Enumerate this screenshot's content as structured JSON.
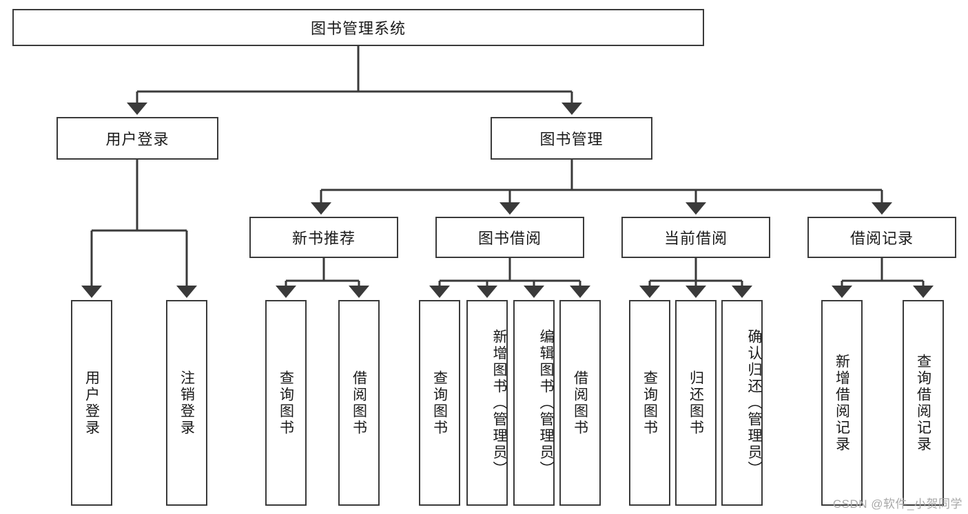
{
  "diagram": {
    "title": "图书管理系统",
    "root": {
      "label": "图书管理系统"
    },
    "level2": [
      {
        "label": "用户登录"
      },
      {
        "label": "图书管理"
      }
    ],
    "level3": [
      {
        "label": "新书推荐"
      },
      {
        "label": "图书借阅"
      },
      {
        "label": "当前借阅"
      },
      {
        "label": "借阅记录"
      }
    ],
    "leaves": {
      "user_login": [
        {
          "label": "用户登录"
        },
        {
          "label": "注销登录"
        }
      ],
      "new_book_recommend": [
        {
          "label": "查询图书"
        },
        {
          "label": "借阅图书"
        }
      ],
      "book_borrow": [
        {
          "label": "查询图书"
        },
        {
          "label": "新增图书（管理员）"
        },
        {
          "label": "编辑图书（管理员）"
        },
        {
          "label": "借阅图书"
        }
      ],
      "current_borrow": [
        {
          "label": "查询图书"
        },
        {
          "label": "归还图书"
        },
        {
          "label": "确认归还（管理员）"
        }
      ],
      "borrow_record": [
        {
          "label": "新增借阅记录"
        },
        {
          "label": "查询借阅记录"
        }
      ]
    }
  },
  "watermark": {
    "text": "CSDN @软件_小贺同学"
  },
  "colors": {
    "border": "#3a3a3a",
    "text": "#1a1a1a",
    "background": "#ffffff",
    "watermark": "#a8a8a8"
  }
}
